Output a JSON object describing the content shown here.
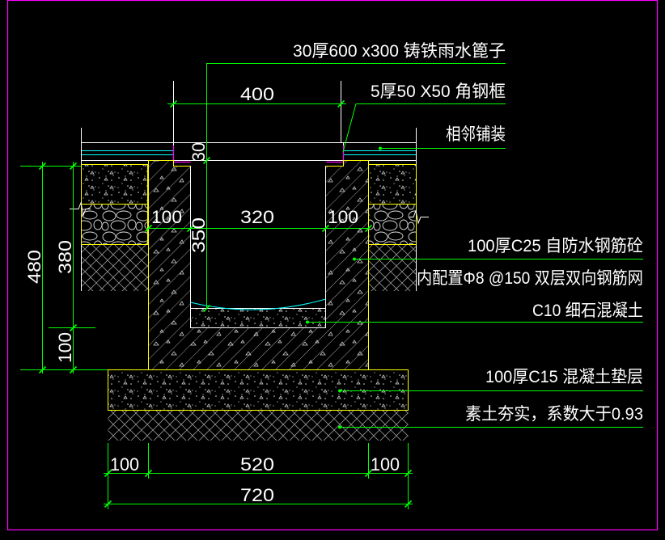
{
  "colors": {
    "background": "#000000",
    "frame": "#ff00ff",
    "outline": "#ffff00",
    "dimension": "#00ff00",
    "text": "#ffffff",
    "paving": "#00ffff",
    "hatch": "#cfcfcf"
  },
  "callouts": {
    "grating": "30厚600 x300 铸铁雨水篦子",
    "angle_frame": "5厚50 X50 角钢框",
    "paving": "相邻铺装",
    "concrete_wall": "100厚C25 自防水钢筋砼",
    "rebar": "内配置Φ8 @150 双层双向钢筋网",
    "fine_concrete": "C10 细石混凝土",
    "cushion": "100厚C15 混凝土垫层",
    "soil": "素土夯实，系数大于0.93"
  },
  "dimensions": {
    "grating_width": "400",
    "grating_thickness": "30",
    "channel_depth": "350",
    "wall_left": "100",
    "channel_width": "320",
    "wall_right": "100",
    "total_height": "480",
    "wall_height": "380",
    "bottom_slab": "100",
    "base_left": "100",
    "base_middle": "520",
    "base_right": "100",
    "base_total": "720"
  }
}
